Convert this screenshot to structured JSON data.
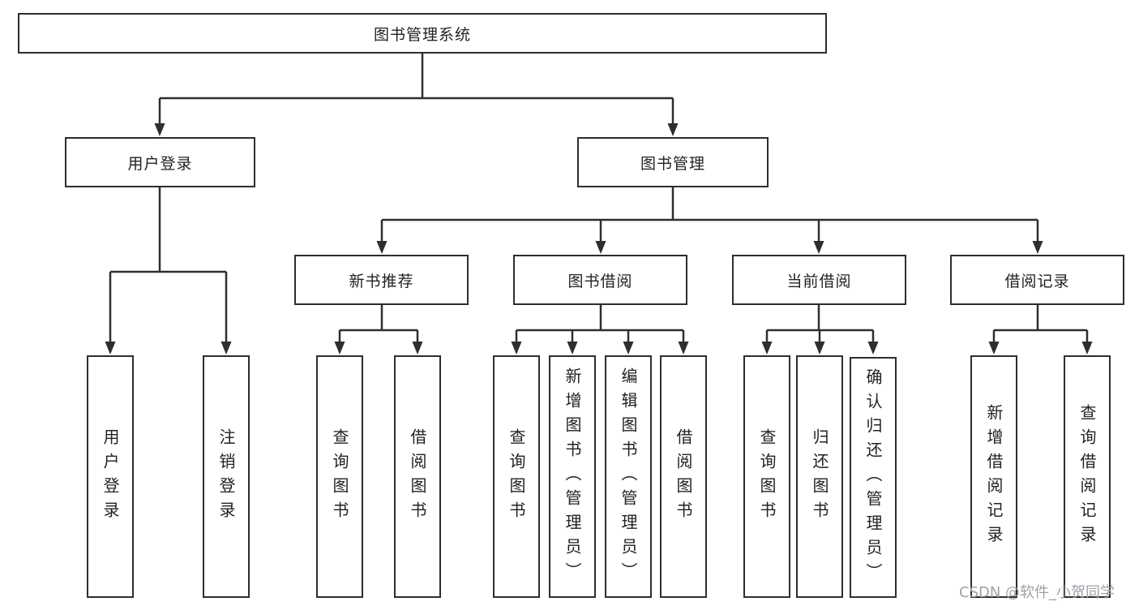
{
  "colors": {
    "bg": "#ffffff",
    "box-bg": "#ffffff",
    "box-border": "#2e2e2e",
    "line": "#2e2e2e",
    "text": "#222222",
    "watermark": "#9aa2ab"
  },
  "diagram": {
    "root": {
      "label": "图书管理系统"
    },
    "level1": [
      {
        "label": "用户登录"
      },
      {
        "label": "图书管理"
      }
    ],
    "level2": [
      {
        "label": "新书推荐"
      },
      {
        "label": "图书借阅"
      },
      {
        "label": "当前借阅"
      },
      {
        "label": "借阅记录"
      }
    ],
    "leaves": {
      "user_login": [
        "用户登录",
        "注销登录"
      ],
      "new_book_recommend": [
        "查询图书",
        "借阅图书"
      ],
      "book_borrowing": [
        "查询图书",
        "新增图书（管理员）",
        "编辑图书（管理员）",
        "借阅图书"
      ],
      "current_borrowing": [
        "查询图书",
        "归还图书",
        "确认归还（管理员）"
      ],
      "borrowing_records": [
        "新增借阅记录",
        "查询借阅记录"
      ]
    }
  },
  "watermark": {
    "text": "CSDN @软件_小贺同学"
  }
}
